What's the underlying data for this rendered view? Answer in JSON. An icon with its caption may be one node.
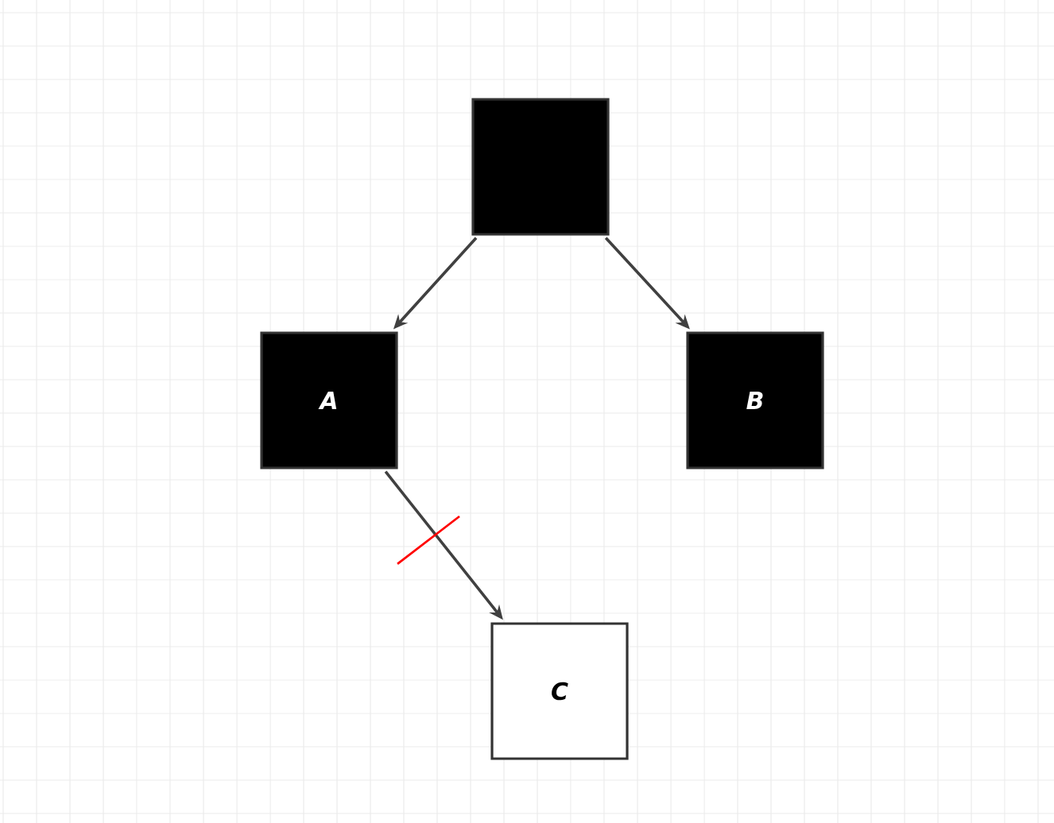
{
  "diagram": {
    "nodes": [
      {
        "text": [],
        "shape": "box"
      },
      {
        "text": [
          "A"
        ]
      },
      {
        "text": [
          "B"
        ]
      },
      {
        "text": [
          "C"
        ]
      }
    ],
    "edges": [
      {
        "from": 0,
        "to": 1,
        "arrow": "to"
      },
      {
        "from": 0,
        "to": 2,
        "arrow": "to"
      },
      {
        "from": 1,
        "to": 3,
        "arrow": "to"
      }
    ]
  }
}
